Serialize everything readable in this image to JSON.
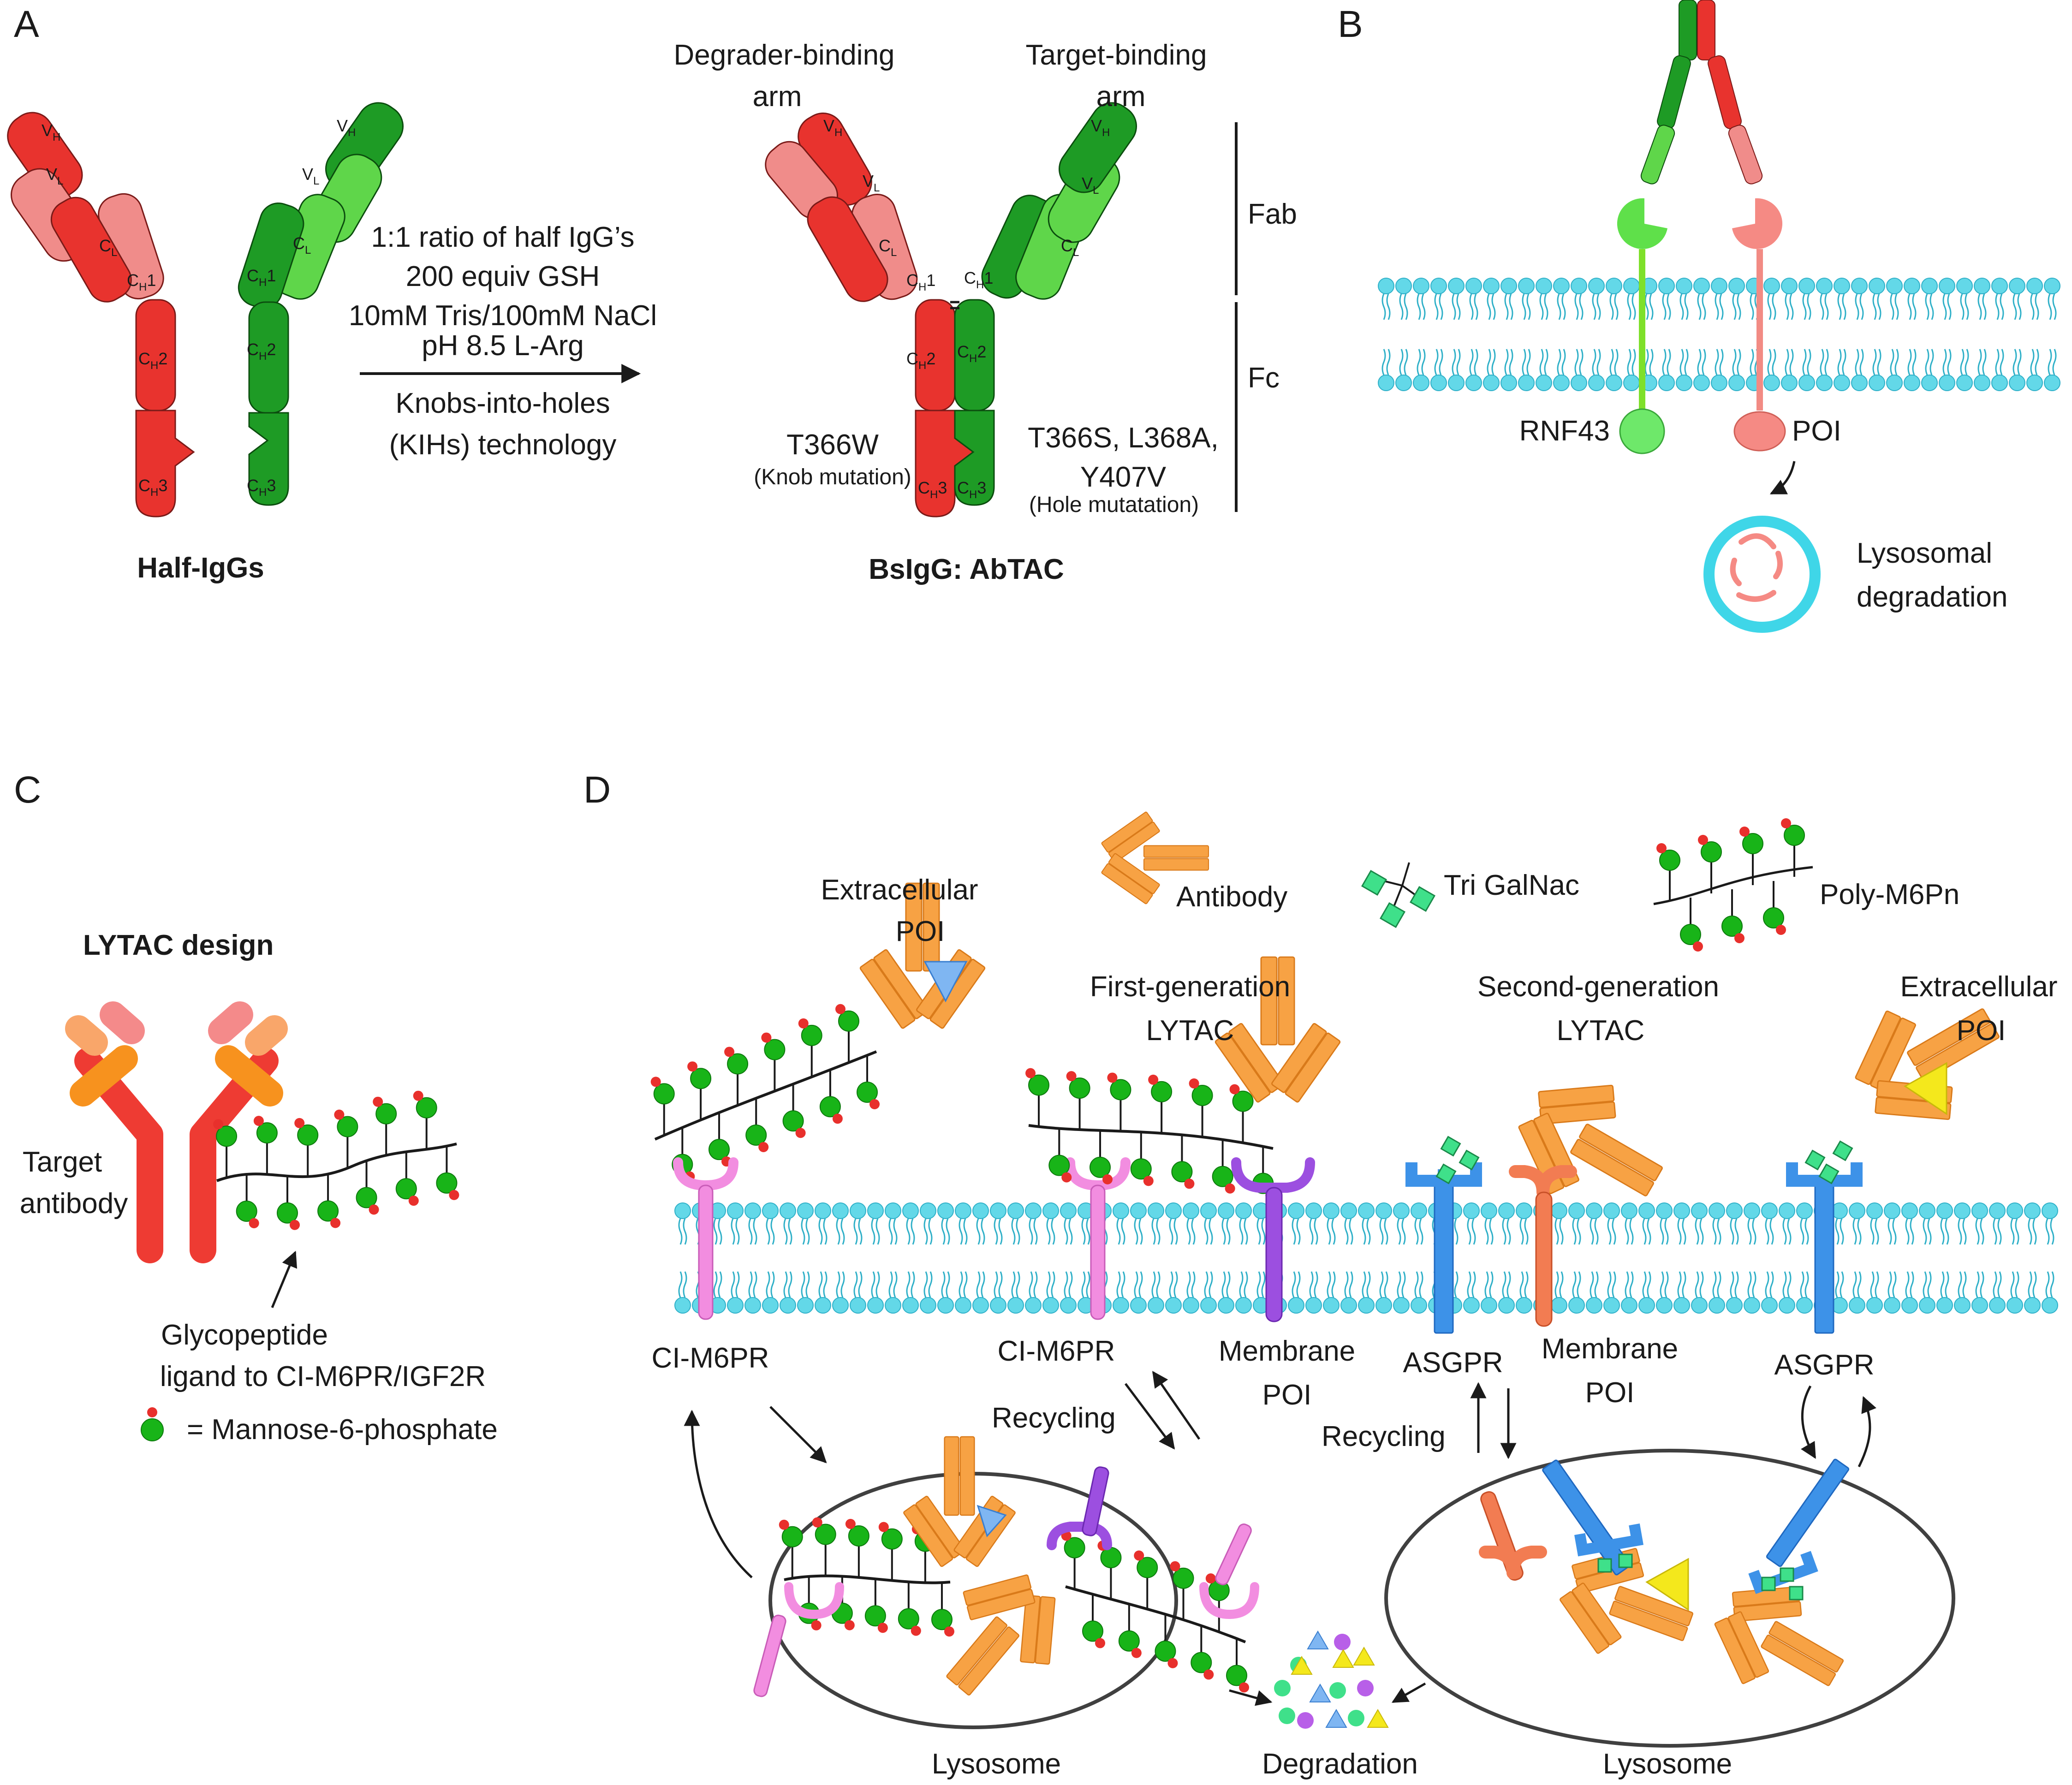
{
  "panels": {
    "a": {
      "letter": "A",
      "half_iggs_label": "Half-IgGs",
      "conditions": [
        "1:1 ratio of half IgG’s",
        "200 equiv GSH",
        "10mM Tris/100mM NaCl",
        "pH 8.5 L-Arg"
      ],
      "technology": [
        "Knobs-into-holes",
        "(KIHs) technology"
      ],
      "degrader_arm": [
        "Degrader-binding",
        "arm"
      ],
      "target_arm": [
        "Target-binding",
        "arm"
      ],
      "fab_label": "Fab",
      "fc_label": "Fc",
      "knob_mutation": "T366W",
      "knob_note": "(Knob mutation)",
      "hole_mutation": [
        "T366S, L368A,",
        "Y407V"
      ],
      "hole_note": "(Hole mutatation)",
      "product_label": "BsIgG: AbTAC",
      "domains": {
        "vh_main": "V",
        "vh_sub": "H",
        "vl_main": "V",
        "vl_sub": "L",
        "cl_main": "C",
        "cl_sub": "L",
        "ch1_main": "C",
        "ch1_sub": "H",
        "ch1_num": "1",
        "ch2_main": "C",
        "ch2_sub": "H",
        "ch2_num": "2",
        "ch3_main": "C",
        "ch3_sub": "H",
        "ch3_num": "3"
      },
      "colors": {
        "red_dark": "#e8332e",
        "red_light": "#f08c8a",
        "green_dark": "#1e9b25",
        "green_light": "#5fd64a"
      }
    },
    "b": {
      "letter": "B",
      "rnf43": "RNF43",
      "poi": "POI",
      "lysosomal": [
        "Lysosomal",
        "degradation"
      ],
      "colors": {
        "membrane": "#43c8dc",
        "lysosome": "#3fd6e8",
        "rnf43": "#7ef06a",
        "poi": "#f58a84"
      }
    },
    "c": {
      "letter": "C",
      "title": "LYTAC design",
      "target_antibody": [
        "Target",
        "antibody"
      ],
      "glycopeptide": [
        "Glycopeptide",
        "ligand to CI-M6PR/IGF2R"
      ],
      "legend": "= Mannose-6-phosphate",
      "colors": {
        "antibody": "#ee3b33",
        "antibody_arm": "#f7921e",
        "m6p_green": "#18b418",
        "m6p_red": "#e8302c"
      }
    },
    "d": {
      "letter": "D",
      "legend_antibody": "Antibody",
      "legend_galnac": "Tri GalNac",
      "legend_polym6pn": "Poly-M6Pn",
      "extracellular_poi_left": [
        "Extracellular",
        "POI"
      ],
      "extracellular_poi_right": [
        "Extracellular",
        "POI"
      ],
      "first_gen": [
        "First-generation",
        "LYTAC"
      ],
      "second_gen": [
        "Second-generation",
        "LYTAC"
      ],
      "ci_m6pr_1": "CI-M6PR",
      "ci_m6pr_2": "CI-M6PR",
      "membrane_poi_1": [
        "Membrane",
        "POI"
      ],
      "membrane_poi_2": [
        "Membrane",
        "POI"
      ],
      "asgpr_1": "ASGPR",
      "asgpr_2": "ASGPR",
      "recycling_1": "Recycling",
      "recycling_2": "Recycling",
      "lysosome_1": "Lysosome",
      "lysosome_2": "Lysosome",
      "degradation": "Degradation",
      "colors": {
        "antibody": "#f7a244",
        "ci_m6pr": "#f28de0",
        "membrane_poi_1": "#9c4fe0",
        "asgpr": "#3d92e8",
        "membrane_poi_2": "#f27c52",
        "galnac": "#3fe08a",
        "poi_blue": "#7fb6f2",
        "poi_yellow": "#f4e81c"
      }
    }
  }
}
